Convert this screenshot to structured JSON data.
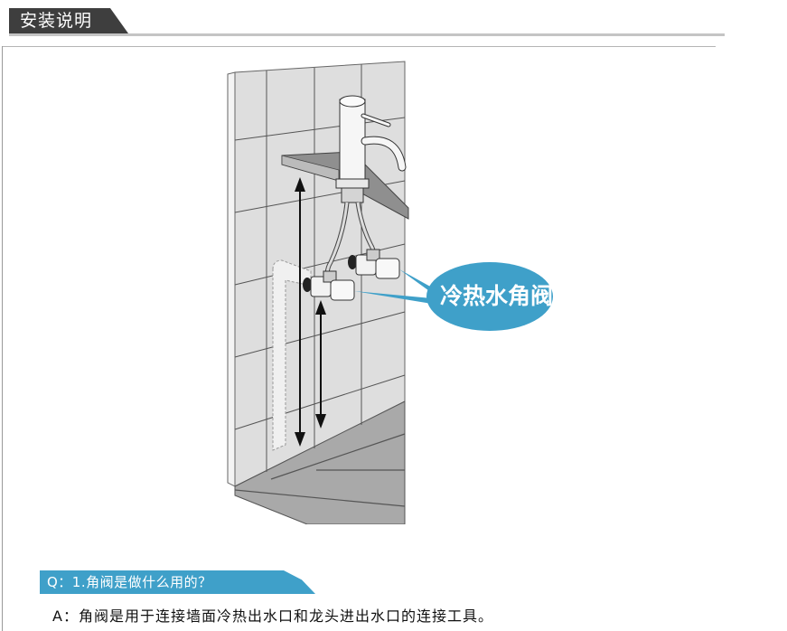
{
  "header": {
    "title": "安装说明"
  },
  "illustration": {
    "description": "Wall-mounted faucet installation diagram with hot and cold angle valves",
    "callout_label": "冷热水角阀",
    "colors": {
      "callout": "#3fa0c9",
      "tile": "#d9d9d9",
      "floor": "#a8a8a8",
      "grout": "#555555"
    }
  },
  "faq": {
    "question": "Q：1.角阀是做什么用的？",
    "answer": "A：角阀是用于连接墙面冷热出水口和龙头进出水口的连接工具。"
  },
  "colors": {
    "header_bg": "#3e3e3e",
    "question_bar": "#3fa0c9",
    "rule": "#c4c4c4"
  }
}
